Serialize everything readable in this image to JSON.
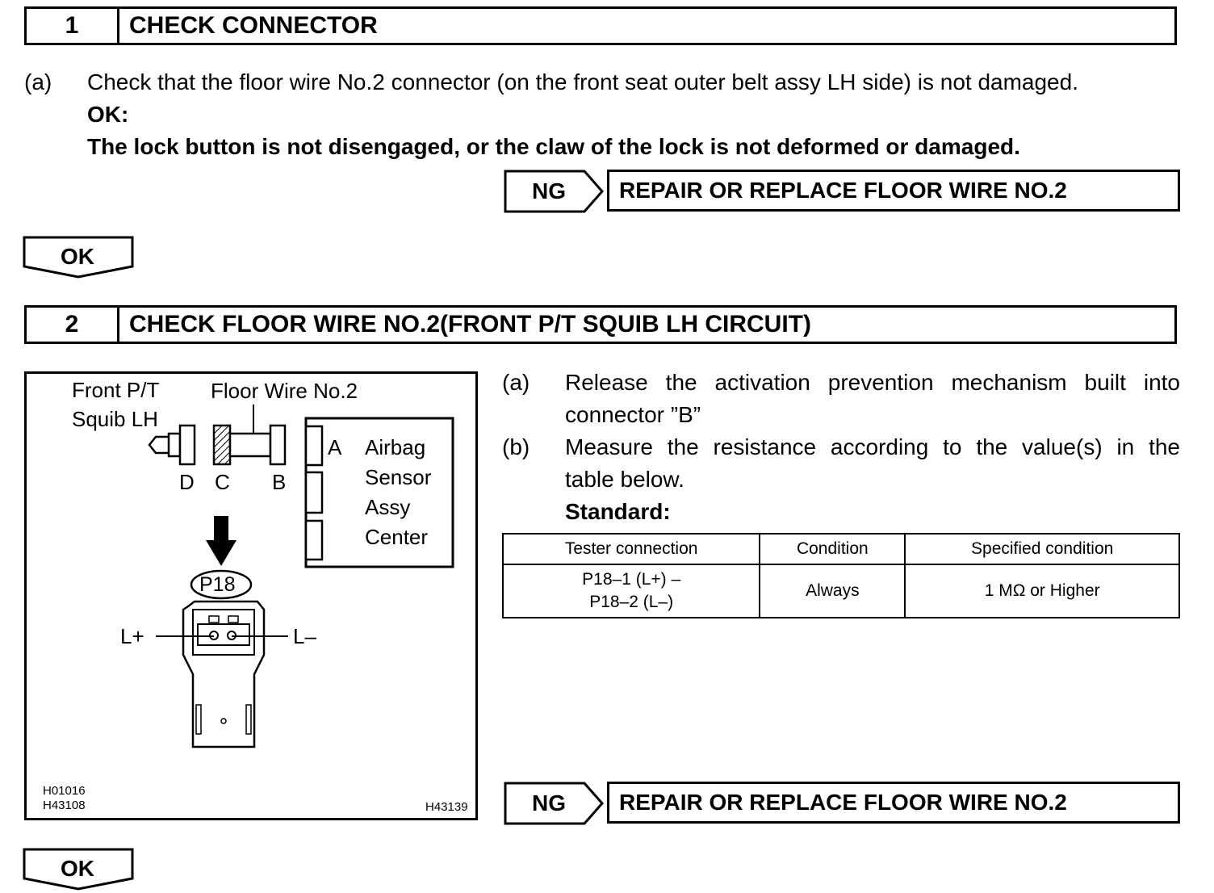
{
  "step1": {
    "number": "1",
    "title": "CHECK CONNECTOR",
    "item_a_marker": "(a)",
    "item_a_text": "Check that the floor wire No.2 connector (on the front seat outer belt assy LH side) is not damaged.",
    "ok_heading": "OK:",
    "ok_text": "The lock button is not disengaged, or the claw of the lock is not deformed or damaged.",
    "ng_label": "NG",
    "ng_result": "REPAIR OR REPLACE FLOOR WIRE NO.2",
    "ok_label": "OK"
  },
  "step2": {
    "number": "2",
    "title": "CHECK FLOOR WIRE NO.2(FRONT P/T SQUIB LH CIRCUIT)",
    "item_a_marker": "(a)",
    "item_a_line1": "Release the activation prevention mechanism built into",
    "item_a_line2": "connector ”B”",
    "item_b_marker": "(b)",
    "item_b_line1": "Measure the resistance according to the value(s) in the",
    "item_b_line2": "table below.",
    "standard_label": "Standard:",
    "table": {
      "headers": [
        "Tester connection",
        "Condition",
        "Specified condition"
      ],
      "rows": [
        {
          "connection_line1": "P18–1 (L+) –",
          "connection_line2": "P18–2 (L–)",
          "condition": "Always",
          "specified": "1 MΩ or Higher"
        }
      ]
    },
    "ng_label": "NG",
    "ng_result": "REPAIR OR REPLACE FLOOR WIRE NO.2",
    "ok_label": "OK"
  },
  "diagram": {
    "label_front_pt_line1": "Front P/T",
    "label_front_pt_line2": "Squib LH",
    "label_floor_wire": "Floor Wire No.2",
    "pin_d": "D",
    "pin_c": "C",
    "pin_b": "B",
    "pin_a": "A",
    "airbag_line1": "Airbag",
    "airbag_line2": "Sensor",
    "airbag_line3": "Assy",
    "airbag_line4": "Center",
    "connector_id": "P18",
    "terminal_plus": "L+",
    "terminal_minus": "L–",
    "ref_code_1": "H01016",
    "ref_code_2": "H43108",
    "ref_code_3": "H43139"
  }
}
